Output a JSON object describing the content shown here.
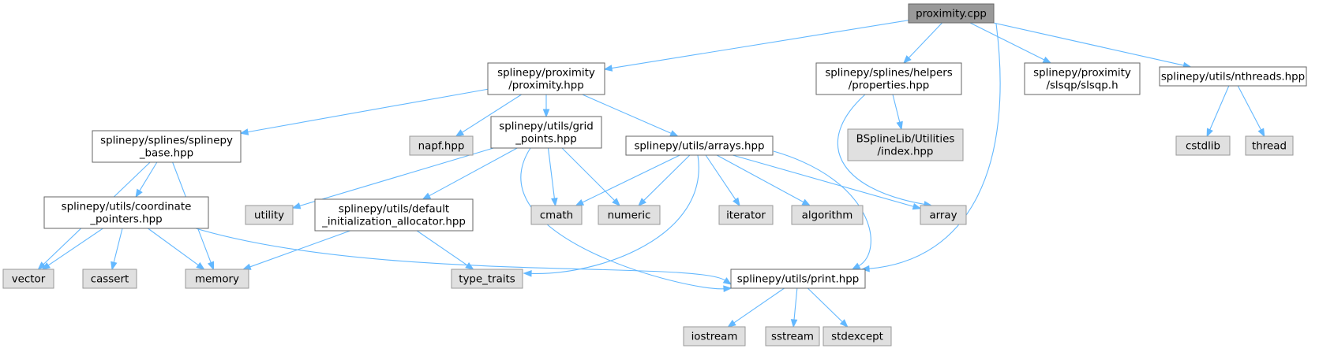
{
  "colors": {
    "root_fill": "#999999",
    "header_fill": "#ffffff",
    "system_fill": "#e0e0e0",
    "border": "#666666",
    "system_border": "#999999",
    "edge": "#63b8ff"
  },
  "nodes": [
    {
      "id": "proximity_cpp",
      "lines": [
        "proximity.cpp"
      ],
      "kind": "root"
    },
    {
      "id": "proximity_hpp",
      "lines": [
        "splinepy/proximity",
        "/proximity.hpp"
      ],
      "kind": "header"
    },
    {
      "id": "properties_hpp",
      "lines": [
        "splinepy/splines/helpers",
        "/properties.hpp"
      ],
      "kind": "header"
    },
    {
      "id": "slsqp_h",
      "lines": [
        "splinepy/proximity",
        "/slsqp/slsqp.h"
      ],
      "kind": "header"
    },
    {
      "id": "nthreads_hpp",
      "lines": [
        "splinepy/utils/nthreads.hpp"
      ],
      "kind": "header"
    },
    {
      "id": "splinepy_base_hpp",
      "lines": [
        "splinepy/splines/splinepy",
        "_base.hpp"
      ],
      "kind": "header"
    },
    {
      "id": "napf_hpp",
      "lines": [
        "napf.hpp"
      ],
      "kind": "system"
    },
    {
      "id": "grid_points_hpp",
      "lines": [
        "splinepy/utils/grid",
        "_points.hpp"
      ],
      "kind": "header"
    },
    {
      "id": "arrays_hpp",
      "lines": [
        "splinepy/utils/arrays.hpp"
      ],
      "kind": "header"
    },
    {
      "id": "bspline_index_hpp",
      "lines": [
        "BSplineLib/Utilities",
        "/index.hpp"
      ],
      "kind": "system"
    },
    {
      "id": "cstdlib",
      "lines": [
        "cstdlib"
      ],
      "kind": "system"
    },
    {
      "id": "thread",
      "lines": [
        "thread"
      ],
      "kind": "system"
    },
    {
      "id": "coordinate_pointers_hpp",
      "lines": [
        "splinepy/utils/coordinate",
        "_pointers.hpp"
      ],
      "kind": "header"
    },
    {
      "id": "utility",
      "lines": [
        "utility"
      ],
      "kind": "system"
    },
    {
      "id": "default_alloc_hpp",
      "lines": [
        "splinepy/utils/default",
        "_initialization_allocator.hpp"
      ],
      "kind": "header"
    },
    {
      "id": "cmath",
      "lines": [
        "cmath"
      ],
      "kind": "system"
    },
    {
      "id": "numeric",
      "lines": [
        "numeric"
      ],
      "kind": "system"
    },
    {
      "id": "iterator",
      "lines": [
        "iterator"
      ],
      "kind": "system"
    },
    {
      "id": "algorithm",
      "lines": [
        "algorithm"
      ],
      "kind": "system"
    },
    {
      "id": "array",
      "lines": [
        "array"
      ],
      "kind": "system"
    },
    {
      "id": "vector",
      "lines": [
        "vector"
      ],
      "kind": "system"
    },
    {
      "id": "cassert",
      "lines": [
        "cassert"
      ],
      "kind": "system"
    },
    {
      "id": "memory",
      "lines": [
        "memory"
      ],
      "kind": "system"
    },
    {
      "id": "type_traits",
      "lines": [
        "type_traits"
      ],
      "kind": "system"
    },
    {
      "id": "print_hpp",
      "lines": [
        "splinepy/utils/print.hpp"
      ],
      "kind": "header"
    },
    {
      "id": "iostream",
      "lines": [
        "iostream"
      ],
      "kind": "system"
    },
    {
      "id": "sstream",
      "lines": [
        "sstream"
      ],
      "kind": "system"
    },
    {
      "id": "stdexcept",
      "lines": [
        "stdexcept"
      ],
      "kind": "system"
    }
  ],
  "edges": [
    {
      "from": "proximity_cpp",
      "to": "proximity_hpp"
    },
    {
      "from": "proximity_cpp",
      "to": "properties_hpp"
    },
    {
      "from": "proximity_cpp",
      "to": "slsqp_h"
    },
    {
      "from": "proximity_cpp",
      "to": "nthreads_hpp"
    },
    {
      "from": "proximity_cpp",
      "to": "print_hpp"
    },
    {
      "from": "proximity_hpp",
      "to": "splinepy_base_hpp"
    },
    {
      "from": "proximity_hpp",
      "to": "napf_hpp"
    },
    {
      "from": "proximity_hpp",
      "to": "grid_points_hpp"
    },
    {
      "from": "proximity_hpp",
      "to": "arrays_hpp"
    },
    {
      "from": "properties_hpp",
      "to": "bspline_index_hpp"
    },
    {
      "from": "properties_hpp",
      "to": "array"
    },
    {
      "from": "nthreads_hpp",
      "to": "cstdlib"
    },
    {
      "from": "nthreads_hpp",
      "to": "thread"
    },
    {
      "from": "splinepy_base_hpp",
      "to": "coordinate_pointers_hpp"
    },
    {
      "from": "splinepy_base_hpp",
      "to": "vector"
    },
    {
      "from": "splinepy_base_hpp",
      "to": "memory"
    },
    {
      "from": "coordinate_pointers_hpp",
      "to": "vector"
    },
    {
      "from": "coordinate_pointers_hpp",
      "to": "cassert"
    },
    {
      "from": "coordinate_pointers_hpp",
      "to": "memory"
    },
    {
      "from": "coordinate_pointers_hpp",
      "to": "print_hpp"
    },
    {
      "from": "grid_points_hpp",
      "to": "utility"
    },
    {
      "from": "grid_points_hpp",
      "to": "default_alloc_hpp"
    },
    {
      "from": "grid_points_hpp",
      "to": "cmath"
    },
    {
      "from": "grid_points_hpp",
      "to": "numeric"
    },
    {
      "from": "grid_points_hpp",
      "to": "print_hpp"
    },
    {
      "from": "default_alloc_hpp",
      "to": "memory"
    },
    {
      "from": "default_alloc_hpp",
      "to": "type_traits"
    },
    {
      "from": "arrays_hpp",
      "to": "cmath"
    },
    {
      "from": "arrays_hpp",
      "to": "numeric"
    },
    {
      "from": "arrays_hpp",
      "to": "iterator"
    },
    {
      "from": "arrays_hpp",
      "to": "algorithm"
    },
    {
      "from": "arrays_hpp",
      "to": "array"
    },
    {
      "from": "arrays_hpp",
      "to": "type_traits"
    },
    {
      "from": "arrays_hpp",
      "to": "print_hpp"
    },
    {
      "from": "print_hpp",
      "to": "iostream"
    },
    {
      "from": "print_hpp",
      "to": "sstream"
    },
    {
      "from": "print_hpp",
      "to": "stdexcept"
    }
  ]
}
